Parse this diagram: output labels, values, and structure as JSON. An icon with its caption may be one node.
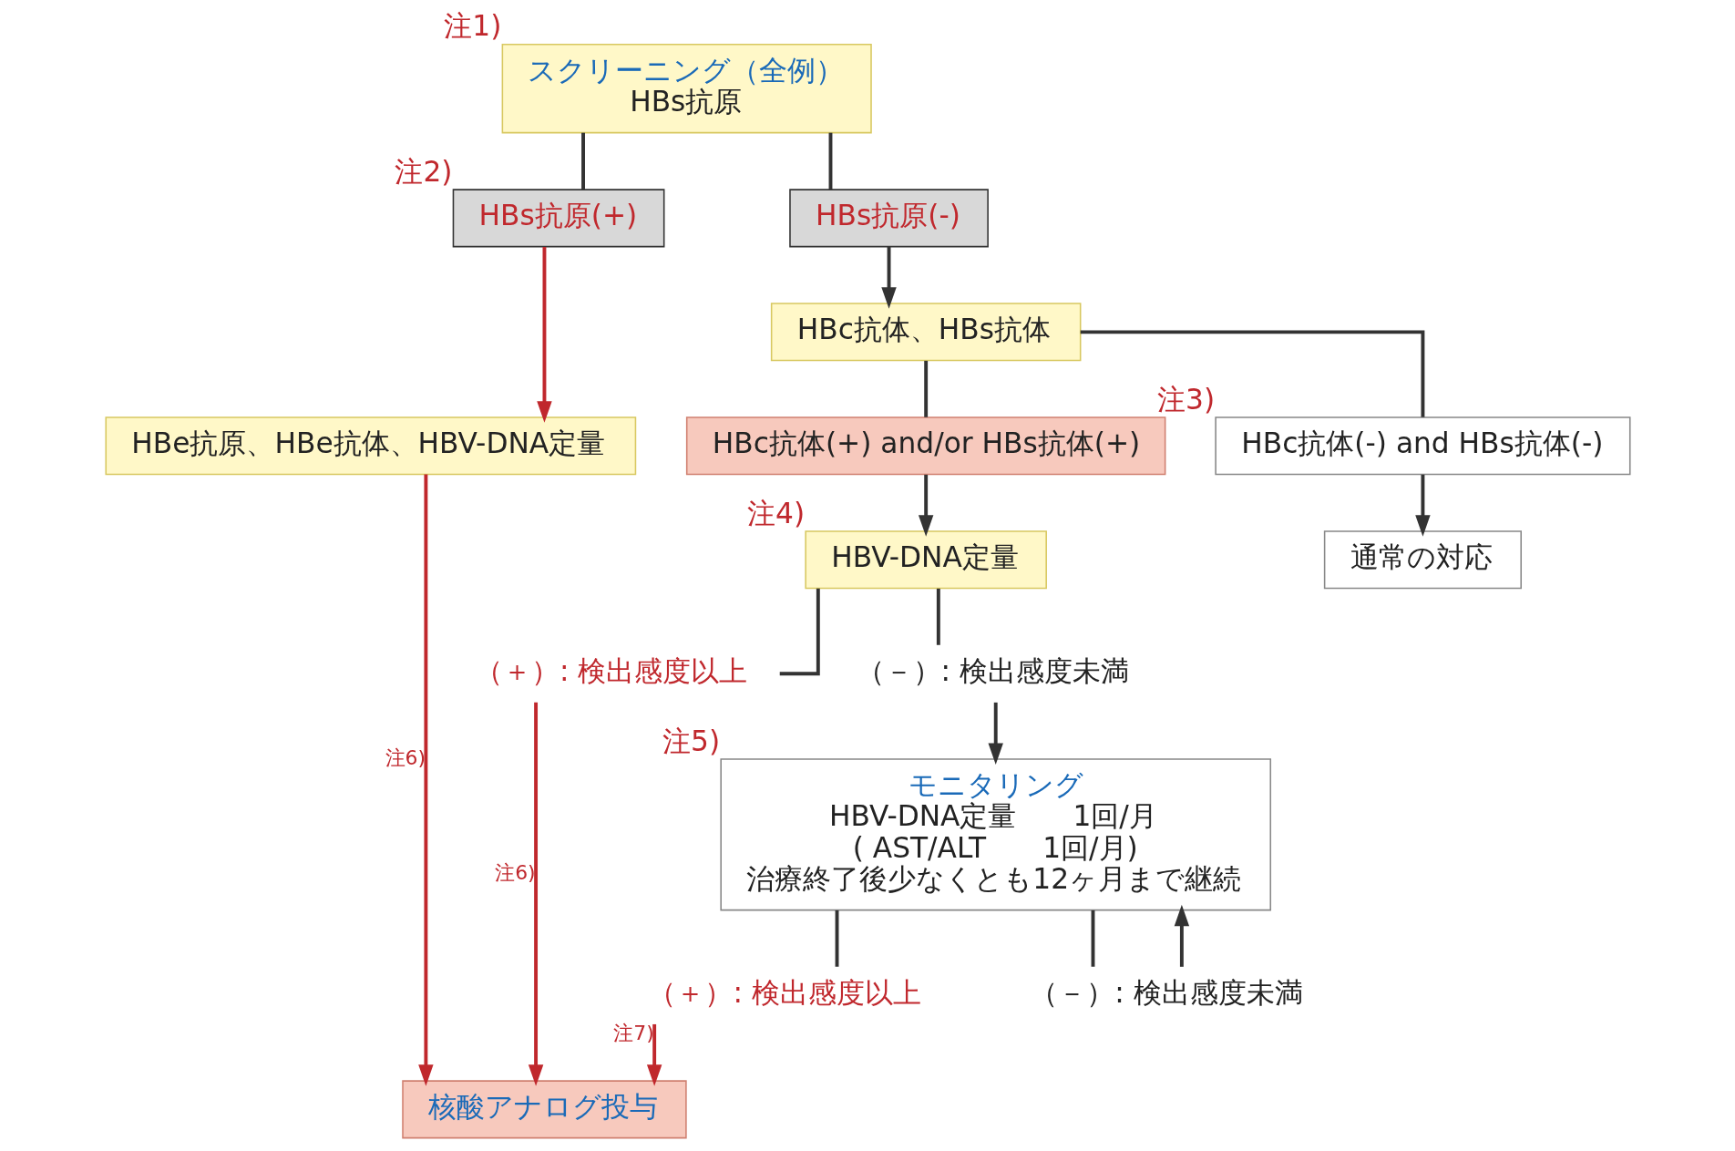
{
  "diagram": {
    "nodes": [
      {
        "text": [
          "スクリーニング（全例）",
          "HBs抗原"
        ],
        "beside": [
          "注1)"
        ]
      },
      {
        "text": [
          "HBs抗原(+)"
        ],
        "beside": [
          "注2)"
        ]
      },
      {
        "text": [
          "HBs抗原(-)"
        ]
      },
      {
        "text": [
          "HBc抗体、HBs抗体"
        ]
      },
      {
        "text": [
          "HBe抗原、HBe抗体、HBV-DNA定量"
        ]
      },
      {
        "text": [
          "HBc抗体(+) and/or HBs抗体(+)"
        ]
      },
      {
        "text": [
          "HBc抗体(-) and HBs抗体(-)"
        ],
        "beside": [
          "注3)"
        ]
      },
      {
        "text": [
          "HBV-DNA定量"
        ],
        "beside": [
          "注4)"
        ]
      },
      {
        "text": [
          "通常の対応"
        ]
      },
      {
        "text": [
          "（＋）: 検出感度以上"
        ]
      },
      {
        "text": [
          "（－）: 検出感度未満"
        ]
      },
      {
        "text": [
          "モニタリング",
          "HBV-DNA定量　　1回/月",
          "( AST/ALT　　1回/月)",
          "治療終了後少なくとも12ヶ月まで継続"
        ],
        "beside": [
          "注5)"
        ]
      },
      {
        "text": [
          "（＋）: 検出感度以上"
        ]
      },
      {
        "text": [
          "（－）: 検出感度未満"
        ]
      },
      {
        "text": [
          "核酸アナログ投与"
        ]
      }
    ],
    "edges": [
      {
        "from": 0,
        "to": 1,
        "arrow": "none"
      },
      {
        "from": 0,
        "to": 2,
        "arrow": "none"
      },
      {
        "from": 2,
        "to": 3,
        "arrow": "to"
      },
      {
        "from": 1,
        "to": 4,
        "arrow": "to",
        "color": "#c0282d"
      },
      {
        "from": 3,
        "to": 5,
        "arrow": "none"
      },
      {
        "from": 3,
        "to": 6,
        "arrow": "none"
      },
      {
        "from": 5,
        "to": 7,
        "arrow": "to"
      },
      {
        "from": 6,
        "to": 8,
        "arrow": "to"
      },
      {
        "from": 7,
        "to": 9,
        "arrow": "none"
      },
      {
        "from": 7,
        "to": 10,
        "arrow": "none"
      },
      {
        "from": 10,
        "to": 11,
        "arrow": "to"
      },
      {
        "from": 4,
        "to": 14,
        "arrow": "to",
        "label": "注6)",
        "color": "#c0282d"
      },
      {
        "from": 9,
        "to": 14,
        "arrow": "to",
        "label": "注6)",
        "color": "#c0282d"
      },
      {
        "from": 11,
        "to": 12,
        "arrow": "none"
      },
      {
        "from": 11,
        "to": 13,
        "arrow": "none"
      },
      {
        "from": 12,
        "to": 14,
        "arrow": "to",
        "label": "注7)",
        "color": "#c0282d"
      },
      {
        "from": 13,
        "to": 11,
        "arrow": "to"
      }
    ]
  }
}
